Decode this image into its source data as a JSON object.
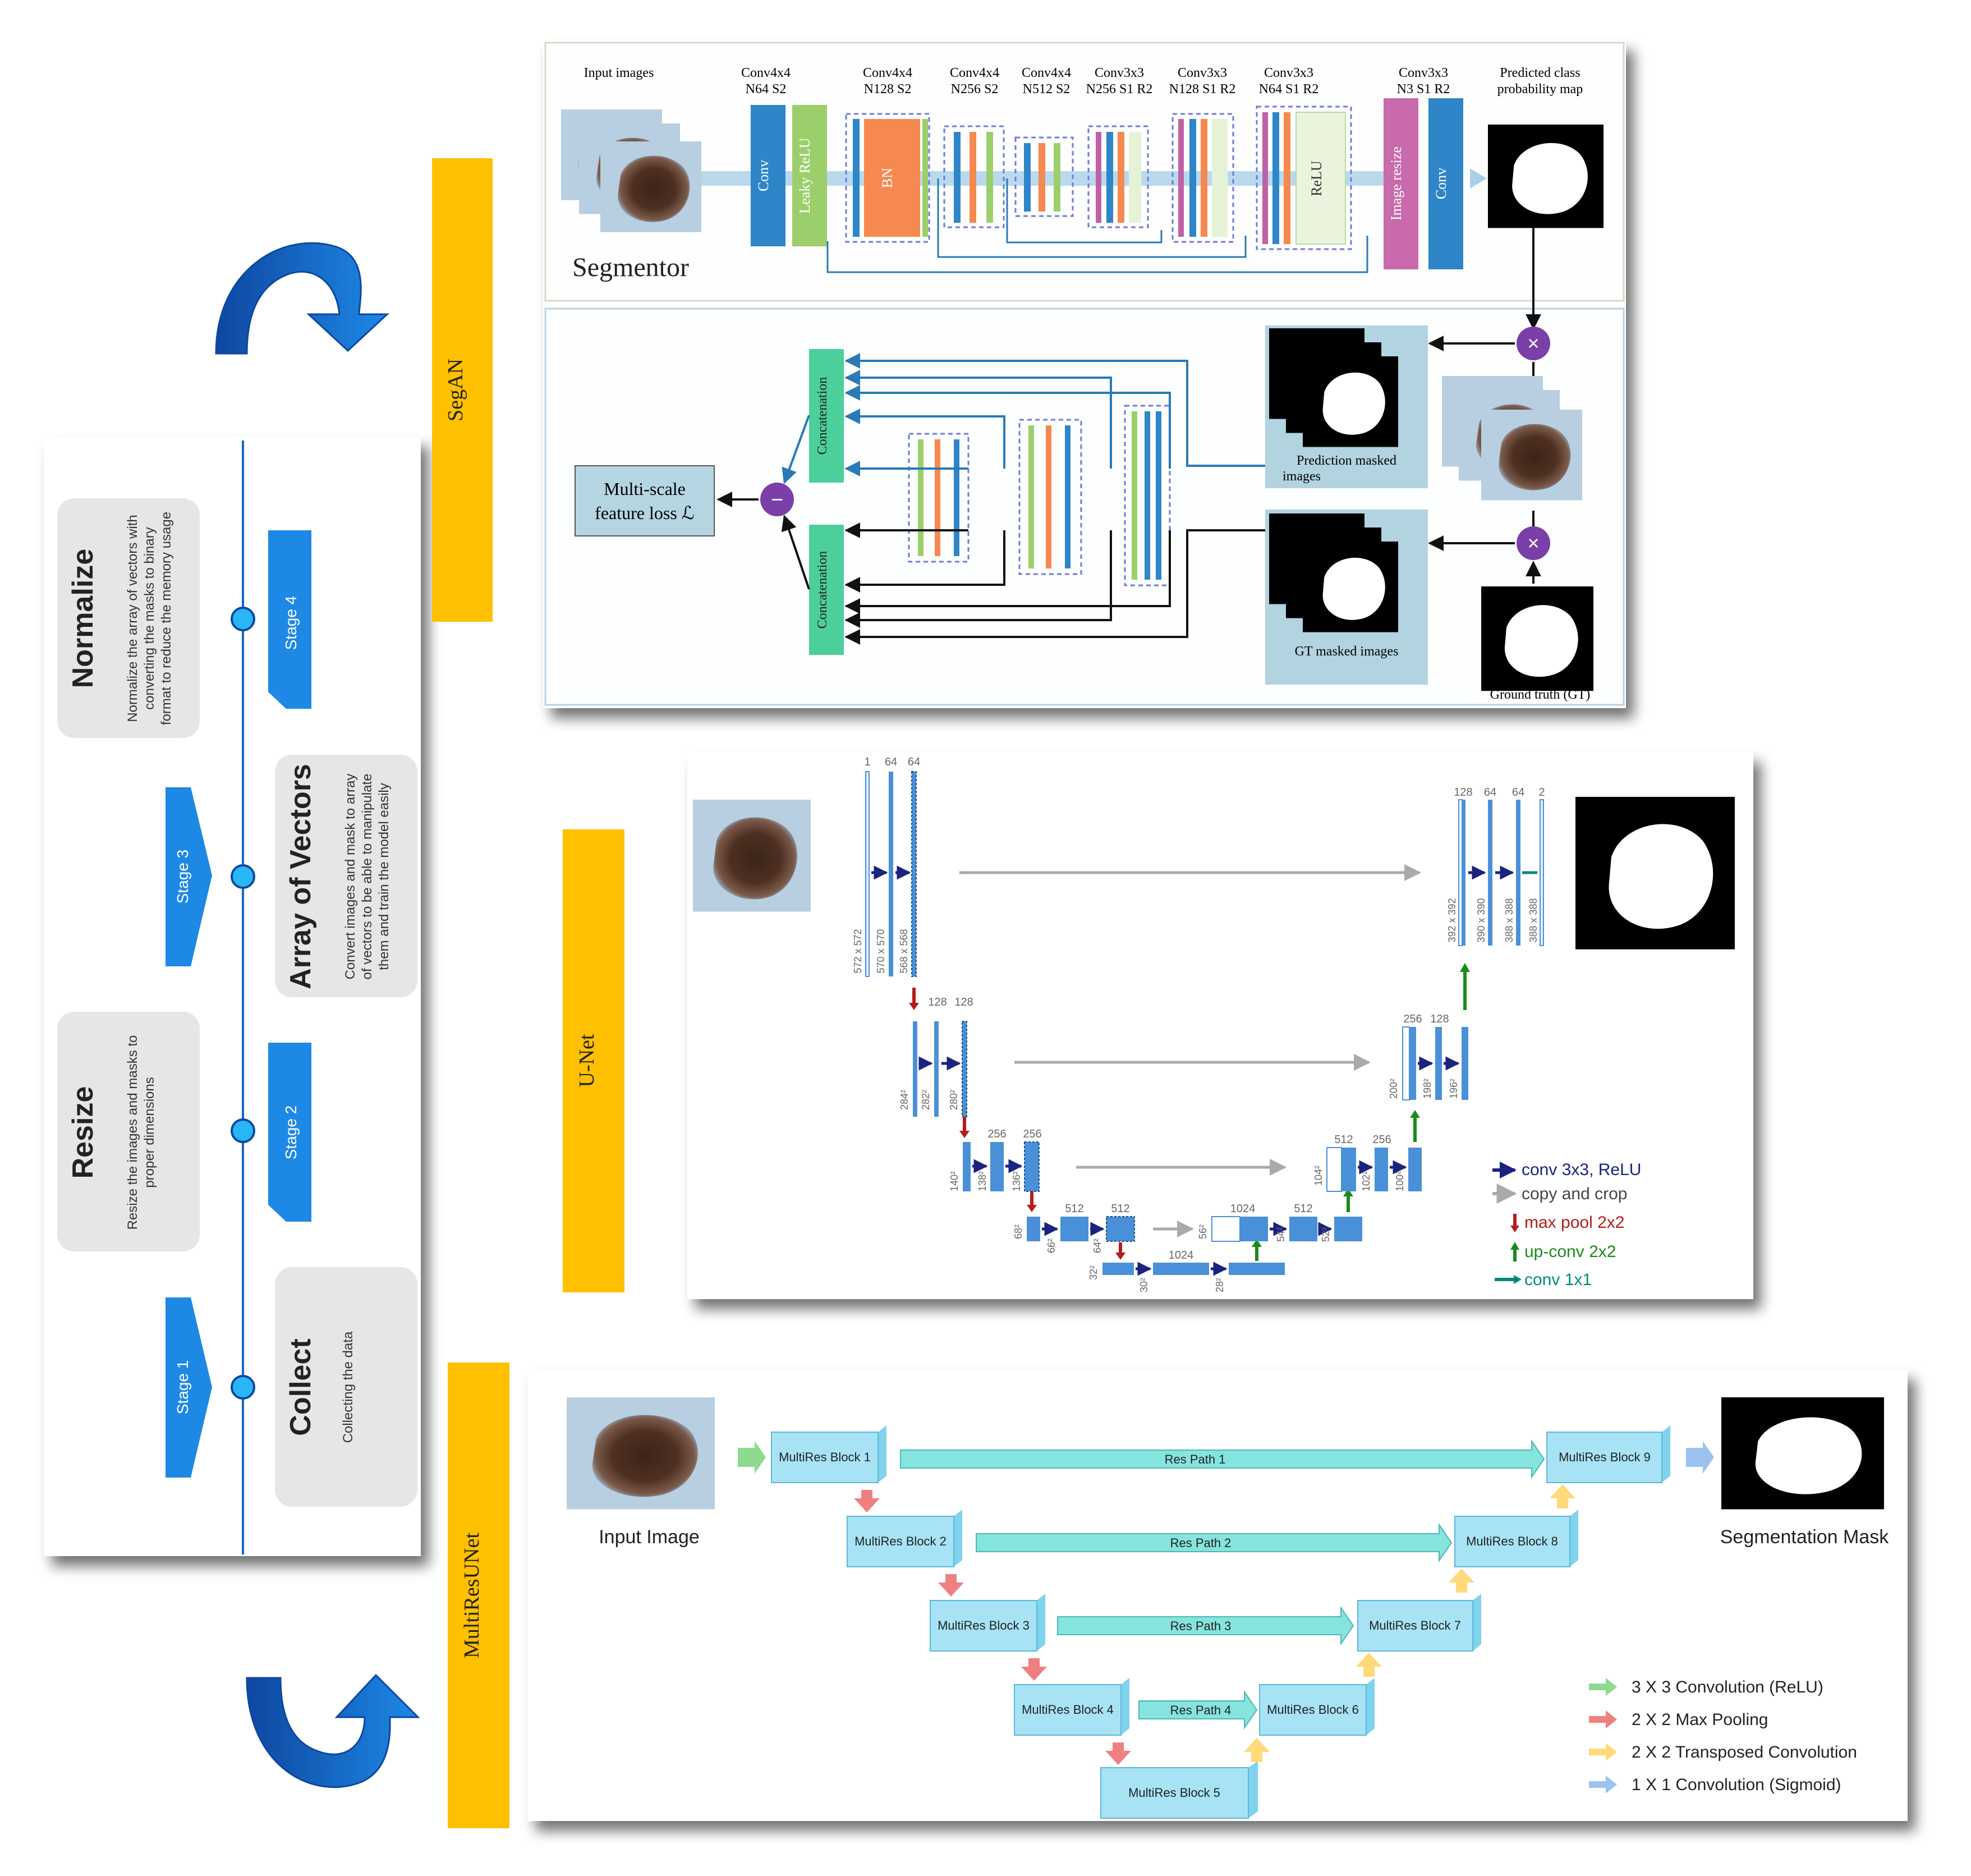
{
  "pipeline": {
    "stages": [
      {
        "tag": "Stage 1",
        "title": "Collect",
        "desc": [
          "Collecting the data"
        ]
      },
      {
        "tag": "Stage 2",
        "title": "Resize",
        "desc": [
          "Resize the images and masks to",
          "proper dimensions"
        ]
      },
      {
        "tag": "Stage 3",
        "title": "Array of Vectors",
        "desc": [
          "Convert images and mask to array",
          "of vectors to be able to manipulate",
          "them and train the model easily"
        ]
      },
      {
        "tag": "Stage 4",
        "title": "Normalize",
        "desc": [
          "Normalize the array of vectors with",
          "converting the masks to binary",
          "format to reduce the memory usage"
        ]
      }
    ]
  },
  "models": {
    "segan": "SegAN",
    "unet": "U-Net",
    "multiresunet": "MultiResUNet"
  },
  "segan": {
    "input_label": "Input images",
    "segmentor_label": "Segmentor",
    "output_label": [
      "Predicted class",
      "probability map"
    ],
    "layers": [
      {
        "name": "Conv4x4",
        "params": "N64 S2"
      },
      {
        "name": "Conv4x4",
        "params": "N128 S2"
      },
      {
        "name": "Conv4x4",
        "params": "N256 S2"
      },
      {
        "name": "Conv4x4",
        "params": "N512 S2"
      },
      {
        "name": "Conv3x3",
        "params": "N256 S1 R2"
      },
      {
        "name": "Conv3x3",
        "params": "N128 S1 R2"
      },
      {
        "name": "Conv3x3",
        "params": "N64 S1 R2"
      },
      {
        "name": "Conv3x3",
        "params": "N3 S1 R2"
      }
    ],
    "block_labels": {
      "conv": "Conv",
      "leaky": "Leaky ReLU",
      "bn": "BN",
      "relu": "ReLU",
      "resize": "Image resize",
      "conv2": "Conv"
    },
    "concat_label": "Concatenation",
    "loss_label": [
      "Multi-scale",
      "feature loss ℒ"
    ],
    "pred_masked_label": [
      "Prediction masked",
      "images"
    ],
    "gt_masked_label": "GT masked images",
    "gt_label": "Ground truth (GT)",
    "minus": "−",
    "times": "×"
  },
  "unet": {
    "enc1": {
      "ch": [
        "1",
        "64",
        "64"
      ],
      "dims": [
        "572 x 572",
        "570 x 570",
        "568 x 568"
      ]
    },
    "enc2": {
      "ch": [
        "128",
        "128"
      ],
      "dims": [
        "284²",
        "282²",
        "280²"
      ]
    },
    "enc3": {
      "ch": [
        "256",
        "256"
      ],
      "dims": [
        "140²",
        "138²",
        "136²"
      ]
    },
    "enc4": {
      "ch": [
        "512",
        "512"
      ],
      "dims": [
        "68²",
        "66²",
        "64²"
      ]
    },
    "bottom": {
      "ch": [
        "1024"
      ],
      "dims": [
        "32²",
        "30²",
        "28²"
      ]
    },
    "dec4": {
      "ch": [
        "1024",
        "512"
      ],
      "dims": [
        "56²",
        "54²",
        "52²"
      ]
    },
    "dec3": {
      "ch": [
        "512",
        "256"
      ],
      "dims": [
        "104²",
        "102²",
        "100²"
      ]
    },
    "dec2": {
      "ch": [
        "256",
        "128"
      ],
      "dims": [
        "200²",
        "198²",
        "196²"
      ]
    },
    "dec1": {
      "ch": [
        "128",
        "64",
        "64",
        "2"
      ],
      "dims": [
        "392 x 392",
        "390 x 390",
        "388 x 388",
        "388 x 388"
      ]
    },
    "legend": [
      {
        "label": "conv 3x3, ReLU",
        "color": "#1a237e"
      },
      {
        "label": "copy and crop",
        "color": "#555555"
      },
      {
        "label": "max pool 2x2",
        "color": "#b71c1c"
      },
      {
        "label": "up-conv 2x2",
        "color": "#1b8a1b"
      },
      {
        "label": "conv 1x1",
        "color": "#00897b"
      }
    ]
  },
  "multires": {
    "input_label": "Input Image",
    "output_label": "Segmentation Mask",
    "blocks": [
      "MultiRes Block 1",
      "MultiRes Block 2",
      "MultiRes Block 3",
      "MultiRes Block 4",
      "MultiRes Block 5",
      "MultiRes Block 6",
      "MultiRes Block 7",
      "MultiRes Block 8",
      "MultiRes Block 9"
    ],
    "paths": [
      "Res Path 1",
      "Res Path 2",
      "Res Path 3",
      "Res Path 4"
    ],
    "legend": [
      {
        "label": "3 X 3 Convolution (ReLU)",
        "color": "#8ed98e"
      },
      {
        "label": "2 X 2 Max Pooling",
        "color": "#f08080"
      },
      {
        "label": "2 X 2 Transposed Convolution",
        "color": "#ffd97a"
      },
      {
        "label": "1 X 1 Convolution (Sigmoid)",
        "color": "#9cc3f0"
      }
    ]
  },
  "colors": {
    "accent_blue": "#1e88e5",
    "stage_blue": "#1976d2",
    "model_yellow": "#ffc000",
    "node_cyan": "#4fc3f7"
  }
}
